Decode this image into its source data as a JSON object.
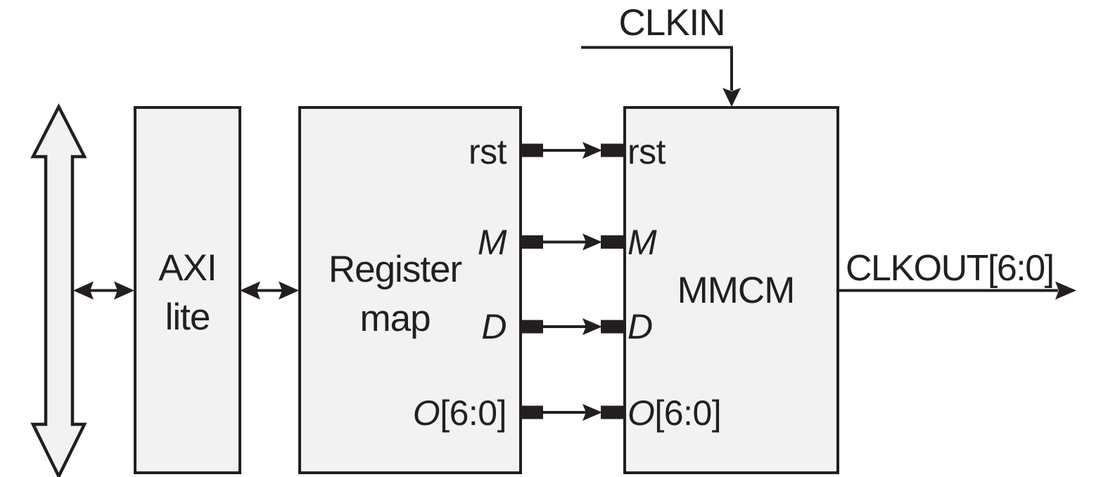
{
  "colors": {
    "background": "#ffffff",
    "block_fill": "#f2f2f2",
    "line": "#231f20"
  },
  "blocks": {
    "axi_lite": {
      "line1": "AXI",
      "line2": "lite"
    },
    "register_map": {
      "line1": "Register",
      "line2": "map"
    },
    "mmcm": {
      "label": "MMCM"
    }
  },
  "nets": {
    "clkin": "CLKIN",
    "clkout": "CLKOUT[6:0]"
  },
  "signals": [
    {
      "id": "rst",
      "italic": "",
      "regular": "rst"
    },
    {
      "id": "M",
      "italic": "M",
      "regular": ""
    },
    {
      "id": "D",
      "italic": "D",
      "regular": ""
    },
    {
      "id": "O",
      "italic": "O",
      "regular": "[6:0]"
    }
  ]
}
